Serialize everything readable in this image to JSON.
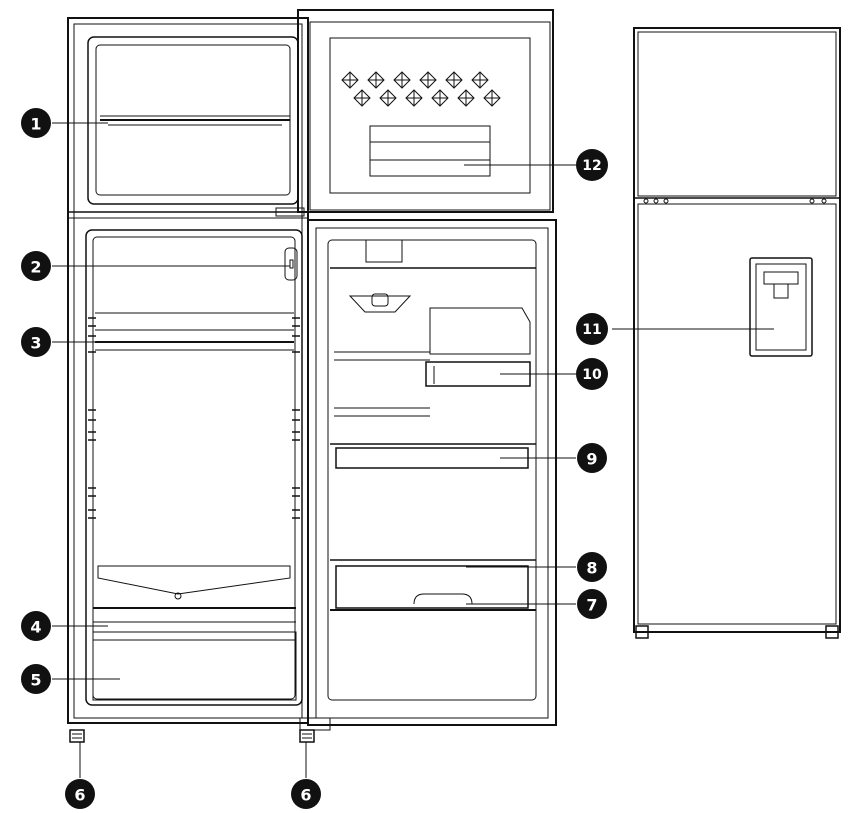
{
  "diagram": {
    "callouts": [
      {
        "number": "1",
        "part": "freezer-shelf"
      },
      {
        "number": "2",
        "part": "lamp"
      },
      {
        "number": "3",
        "part": "fridge-shelf"
      },
      {
        "number": "4",
        "part": "crisper-cover"
      },
      {
        "number": "5",
        "part": "crisper-drawer"
      },
      {
        "number": "6",
        "part": "adjustable-foot"
      },
      {
        "number": "6",
        "part": "adjustable-foot-right"
      },
      {
        "number": "7",
        "part": "door-bottle-retainer"
      },
      {
        "number": "8",
        "part": "door-bottom-bin"
      },
      {
        "number": "9",
        "part": "door-middle-bin"
      },
      {
        "number": "10",
        "part": "door-upper-bin"
      },
      {
        "number": "11",
        "part": "water-dispenser"
      },
      {
        "number": "12",
        "part": "ice-tray"
      }
    ],
    "colors": {
      "line": "#111111",
      "callout_fill": "#111111",
      "background": "#ffffff"
    }
  }
}
